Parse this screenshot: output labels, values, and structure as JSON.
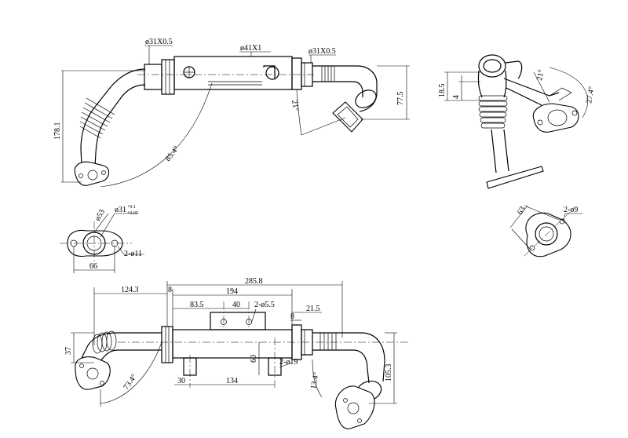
{
  "labels": {
    "d31_top_left": "ø31X0.5",
    "d41_top": "ø41X1",
    "d31_top_right": "ø31X0.5",
    "h178": "178.1",
    "a85": "85.4°",
    "a21_top": "21°",
    "h77": "77.5",
    "d18_5": "18.5",
    "d4": "4",
    "a21_side": "21°",
    "a27": "27.4°",
    "d53": "ø53",
    "d31_tol": "ø31",
    "tol_plus": "+0.1",
    "tol_minus": "+0.05",
    "holes_11": "2-ø11",
    "w66": "66",
    "d63": "63",
    "holes_9": "2-ø9",
    "l124": "124.3",
    "l8_left": "8",
    "l285": "285.8",
    "l194": "194",
    "l83": "83.5",
    "l40": "40",
    "holes_5": "2-ø5.5",
    "l21_5": "21.5",
    "l8_right": "8",
    "l37": "37",
    "l60": "60",
    "holes_19": "2-ø19",
    "l30": "30",
    "l134": "134",
    "a73": "73.4°",
    "a13": "13.4°",
    "l105": "105.3"
  }
}
